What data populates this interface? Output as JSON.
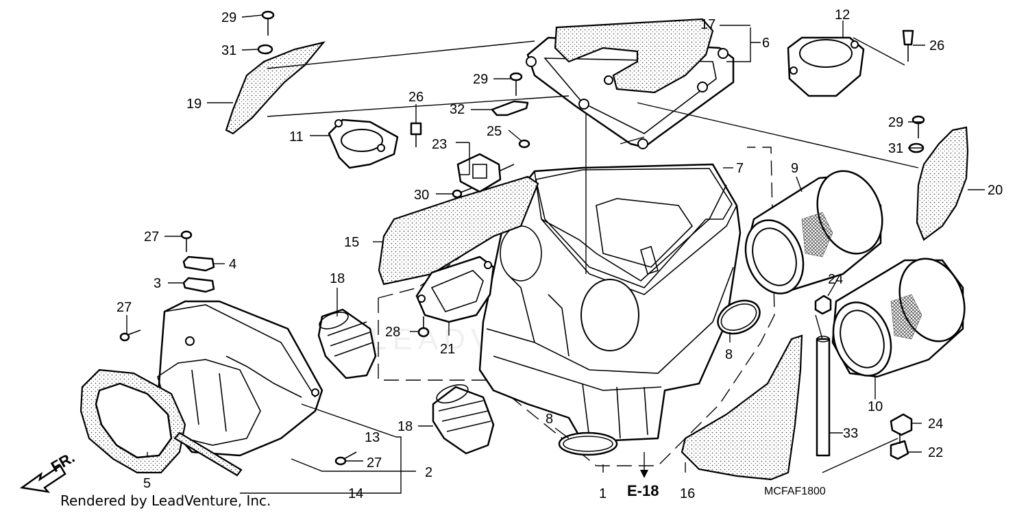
{
  "diagram": {
    "callouts": {
      "c1": "1",
      "c2": "2",
      "c3": "3",
      "c4": "4",
      "c5": "5",
      "c6": "6",
      "c7": "7",
      "c8a": "8",
      "c8b": "8",
      "c9": "9",
      "c10": "10",
      "c11": "11",
      "c12": "12",
      "c13": "13",
      "c14": "14",
      "c15": "15",
      "c16": "16",
      "c17": "17",
      "c18a": "18",
      "c18b": "18",
      "c19": "19",
      "c20": "20",
      "c21": "21",
      "c22": "22",
      "c23": "23",
      "c24a": "24",
      "c24b": "24",
      "c25": "25",
      "c26a": "26",
      "c26b": "26",
      "c27a": "27",
      "c27b": "27",
      "c27c": "27",
      "c28": "28",
      "c29a": "29",
      "c29b": "29",
      "c29c": "29",
      "c30": "30",
      "c31a": "31",
      "c31b": "31",
      "c32": "32",
      "c33": "33"
    },
    "reference": "E-18",
    "direction": "FR.",
    "drawing_code": "MCFAF1800",
    "credit": "Rendered by LeadVenture, Inc.",
    "watermark": "LEADVENTURE"
  }
}
